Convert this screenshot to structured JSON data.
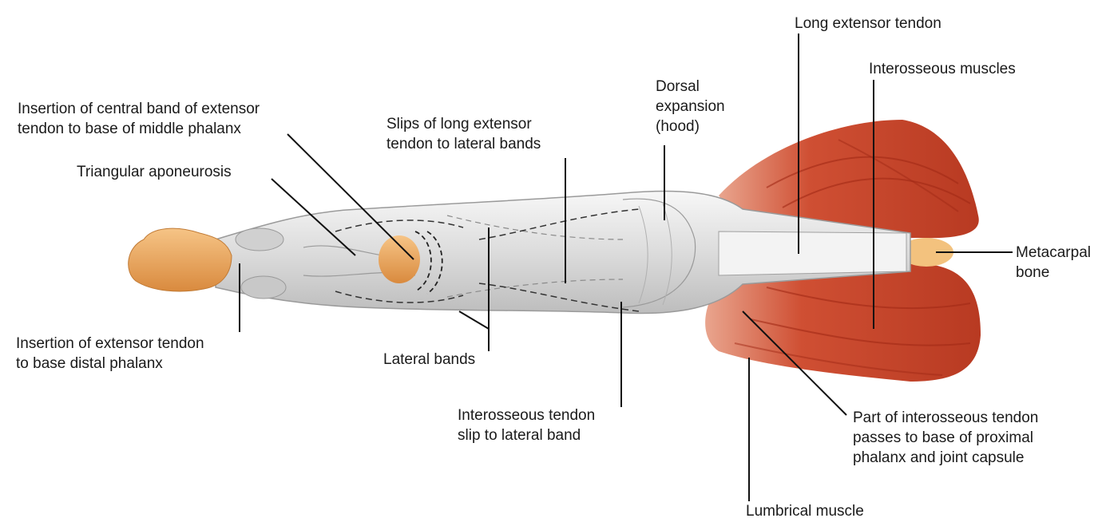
{
  "labels": {
    "long_extensor_tendon": "Long extensor tendon",
    "interosseous_muscles": "Interosseous muscles",
    "dorsal_expansion": [
      "Dorsal",
      "expansion",
      "(hood)"
    ],
    "insertion_central_band": [
      "Insertion of central band of extensor",
      "tendon to base of middle phalanx"
    ],
    "slips_long_extensor": [
      "Slips of long extensor",
      "tendon to lateral bands"
    ],
    "triangular_aponeurosis": "Triangular aponeurosis",
    "metacarpal_bone": [
      "Metacarpal",
      "bone"
    ],
    "insertion_extensor_distal": [
      "Insertion of extensor tendon",
      "to base distal phalanx"
    ],
    "lateral_bands": "Lateral bands",
    "interosseous_tendon_slip": [
      "Interosseous tendon",
      "slip to lateral band"
    ],
    "part_interosseous_tendon": [
      "Part of interosseous tendon",
      "passes to base of proximal",
      "phalanx and joint capsule"
    ],
    "lumbrical_muscle": "Lumbrical muscle"
  },
  "colors": {
    "muscle": "#c8452e",
    "muscle_dark": "#9e2a18",
    "tendon": "#e6e6e6",
    "bone": "#eda65a",
    "leader": "#111111"
  }
}
